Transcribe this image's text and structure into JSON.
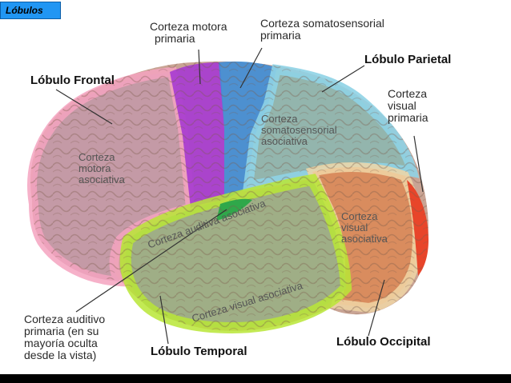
{
  "tag": "Lóbulos",
  "labels": {
    "motor_cortex": [
      "Corteza motora",
      "primaria"
    ],
    "somatosensory_cortex": [
      "Corteza somatosensorial",
      "primaria"
    ],
    "parietal_lobe": "Lóbulo Parietal",
    "frontal_lobe": "Lóbulo Frontal",
    "visual_cortex": [
      "Corteza",
      "visual",
      "primaria"
    ],
    "auditory_primary": [
      "Corteza auditivo",
      "primaria (en su",
      "mayoría oculta",
      "desde la vista)"
    ],
    "temporal_lobe": "Lóbulo Temporal",
    "occipital_lobe": "Lóbulo Occipital"
  },
  "inner_labels": {
    "motor_assoc": [
      "Corteza",
      "motora",
      "asociativa"
    ],
    "somato_assoc": [
      "Corteza",
      "somatosensorial",
      "asociativa"
    ],
    "visual_assoc": [
      "Corteza",
      "visual",
      "asociativa"
    ],
    "auditory_assoc": "Corteza auditiva asociativa",
    "visual_assoc_temporal": "Corteza visual asociativa"
  },
  "colors": {
    "frontal": "#f5a3c0",
    "motor": "#a63ad1",
    "somatosensory": "#3f8ed6",
    "parietal": "#8fd3e6",
    "occipital": "#f0d6a6",
    "visual": "#e8452a",
    "temporal": "#b9e636",
    "auditory": "#2fa84a"
  }
}
